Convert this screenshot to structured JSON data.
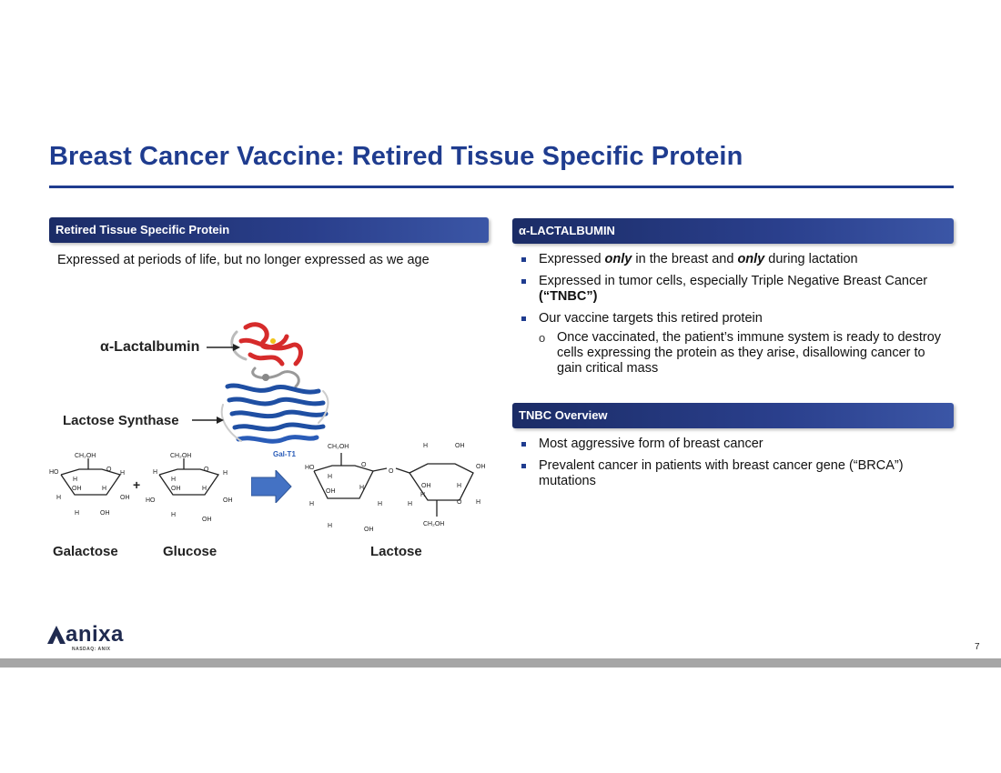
{
  "title": "Breast Cancer Vaccine: Retired Tissue Specific Protein",
  "left": {
    "header": "Retired Tissue Specific Protein",
    "description": "Expressed at periods of life, but no longer expressed as we age",
    "diagram": {
      "lactalbumin_label": "α-Lactalbumin",
      "synthase_label": "Lactose Synthase",
      "protein_caption": "Gal-T1",
      "galactose": "Galactose",
      "glucose": "Glucose",
      "lactose": "Lactose",
      "plus": "+"
    }
  },
  "right": {
    "header1": "α-LACTALBUMIN",
    "b1_a": "Expressed ",
    "b1_b": "only",
    "b1_c": " in the breast and ",
    "b1_d": "only",
    "b1_e": " during lactation",
    "b2_a": "Expressed in tumor cells, especially Triple Negative Breast Cancer ",
    "b2_b": "(“TNBC”)",
    "b3": "Our vaccine targets this retired protein",
    "b3_sub": "Once vaccinated, the patient’s immune system is ready to destroy cells expressing the protein as they arise, disallowing cancer to gain critical mass",
    "header2": "TNBC Overview",
    "b4": "Most aggressive form of breast cancer",
    "b5": "Prevalent cancer in patients with breast cancer gene (“BRCA”) mutations"
  },
  "footer": {
    "logo": "anixa",
    "ticker": "NASDAQ: ANIX",
    "page": "7"
  },
  "colors": {
    "accent": "#1f3c8f",
    "bar_dark": "#1b2c66",
    "footer_gray": "#a6a6a6",
    "arrow_blue": "#4472c4"
  }
}
